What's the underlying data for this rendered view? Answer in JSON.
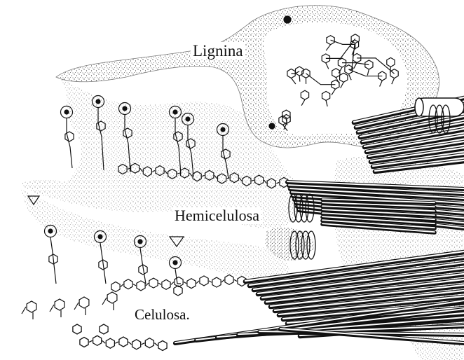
{
  "diagram": {
    "labels": {
      "lignina": "Lignina",
      "hemicelulosa": "Hemicelulosa",
      "celulosa": "Celulosa."
    },
    "colors": {
      "background": "#ffffff",
      "ink": "#111111",
      "stipple": "#555555"
    }
  }
}
